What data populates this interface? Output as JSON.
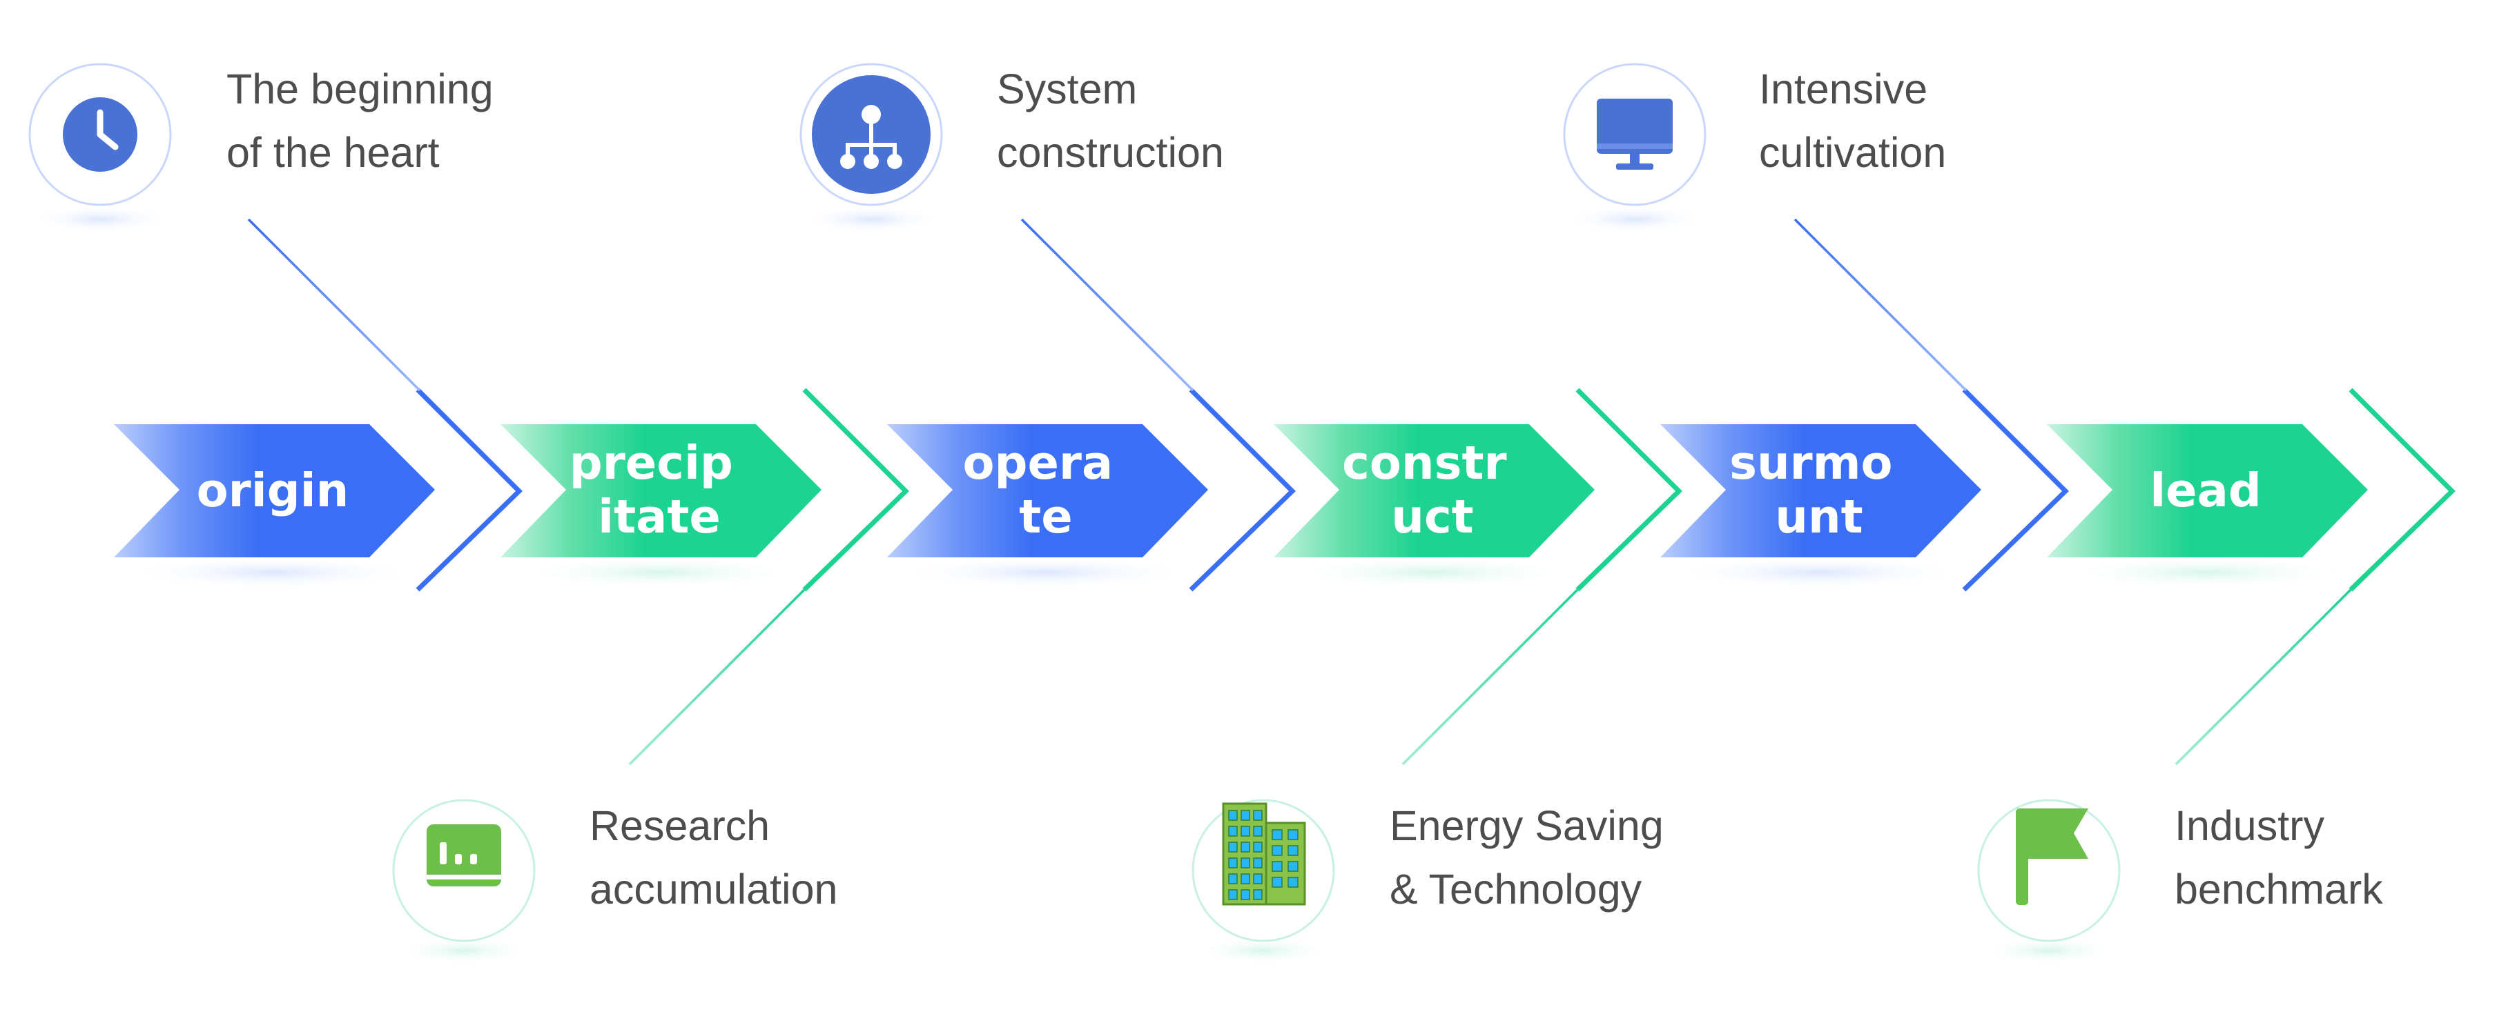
{
  "stages": [
    {
      "id": "origin",
      "lines": [
        "origin"
      ],
      "color": "blue"
    },
    {
      "id": "precipitate",
      "lines": [
        "precip",
        "itate"
      ],
      "color": "green"
    },
    {
      "id": "operate",
      "lines": [
        "opera",
        "te"
      ],
      "color": "blue"
    },
    {
      "id": "construct",
      "lines": [
        "constr",
        "uct"
      ],
      "color": "green"
    },
    {
      "id": "surmount",
      "lines": [
        "surmo",
        "unt"
      ],
      "color": "blue"
    },
    {
      "id": "lead",
      "lines": [
        "lead"
      ],
      "color": "green"
    }
  ],
  "milestones": [
    {
      "id": "beginning",
      "icon": "clock-icon",
      "position": "top",
      "lines": [
        "The beginning",
        "of the heart"
      ]
    },
    {
      "id": "research",
      "icon": "chart-board-icon",
      "position": "bottom",
      "lines": [
        "Research",
        "accumulation"
      ]
    },
    {
      "id": "system",
      "icon": "hierarchy-icon",
      "position": "top",
      "lines": [
        "System",
        "construction"
      ]
    },
    {
      "id": "energy",
      "icon": "building-icon",
      "position": "bottom",
      "lines": [
        "Energy Saving",
        "& Technology"
      ]
    },
    {
      "id": "intensive",
      "icon": "monitor-icon",
      "position": "top",
      "lines": [
        "Intensive",
        "cultivation"
      ]
    },
    {
      "id": "industry",
      "icon": "flag-icon",
      "position": "bottom",
      "lines": [
        "Industry",
        "benchmark"
      ]
    }
  ],
  "colors": {
    "blue_dark": "#3a6ef5",
    "blue_light": "#b9cdfd",
    "green_dark": "#1cd391",
    "green_light": "#b3f0d8",
    "icon_blue": "#4a72d4",
    "icon_green": "#6cc04a",
    "text": "#4d4d4d"
  }
}
